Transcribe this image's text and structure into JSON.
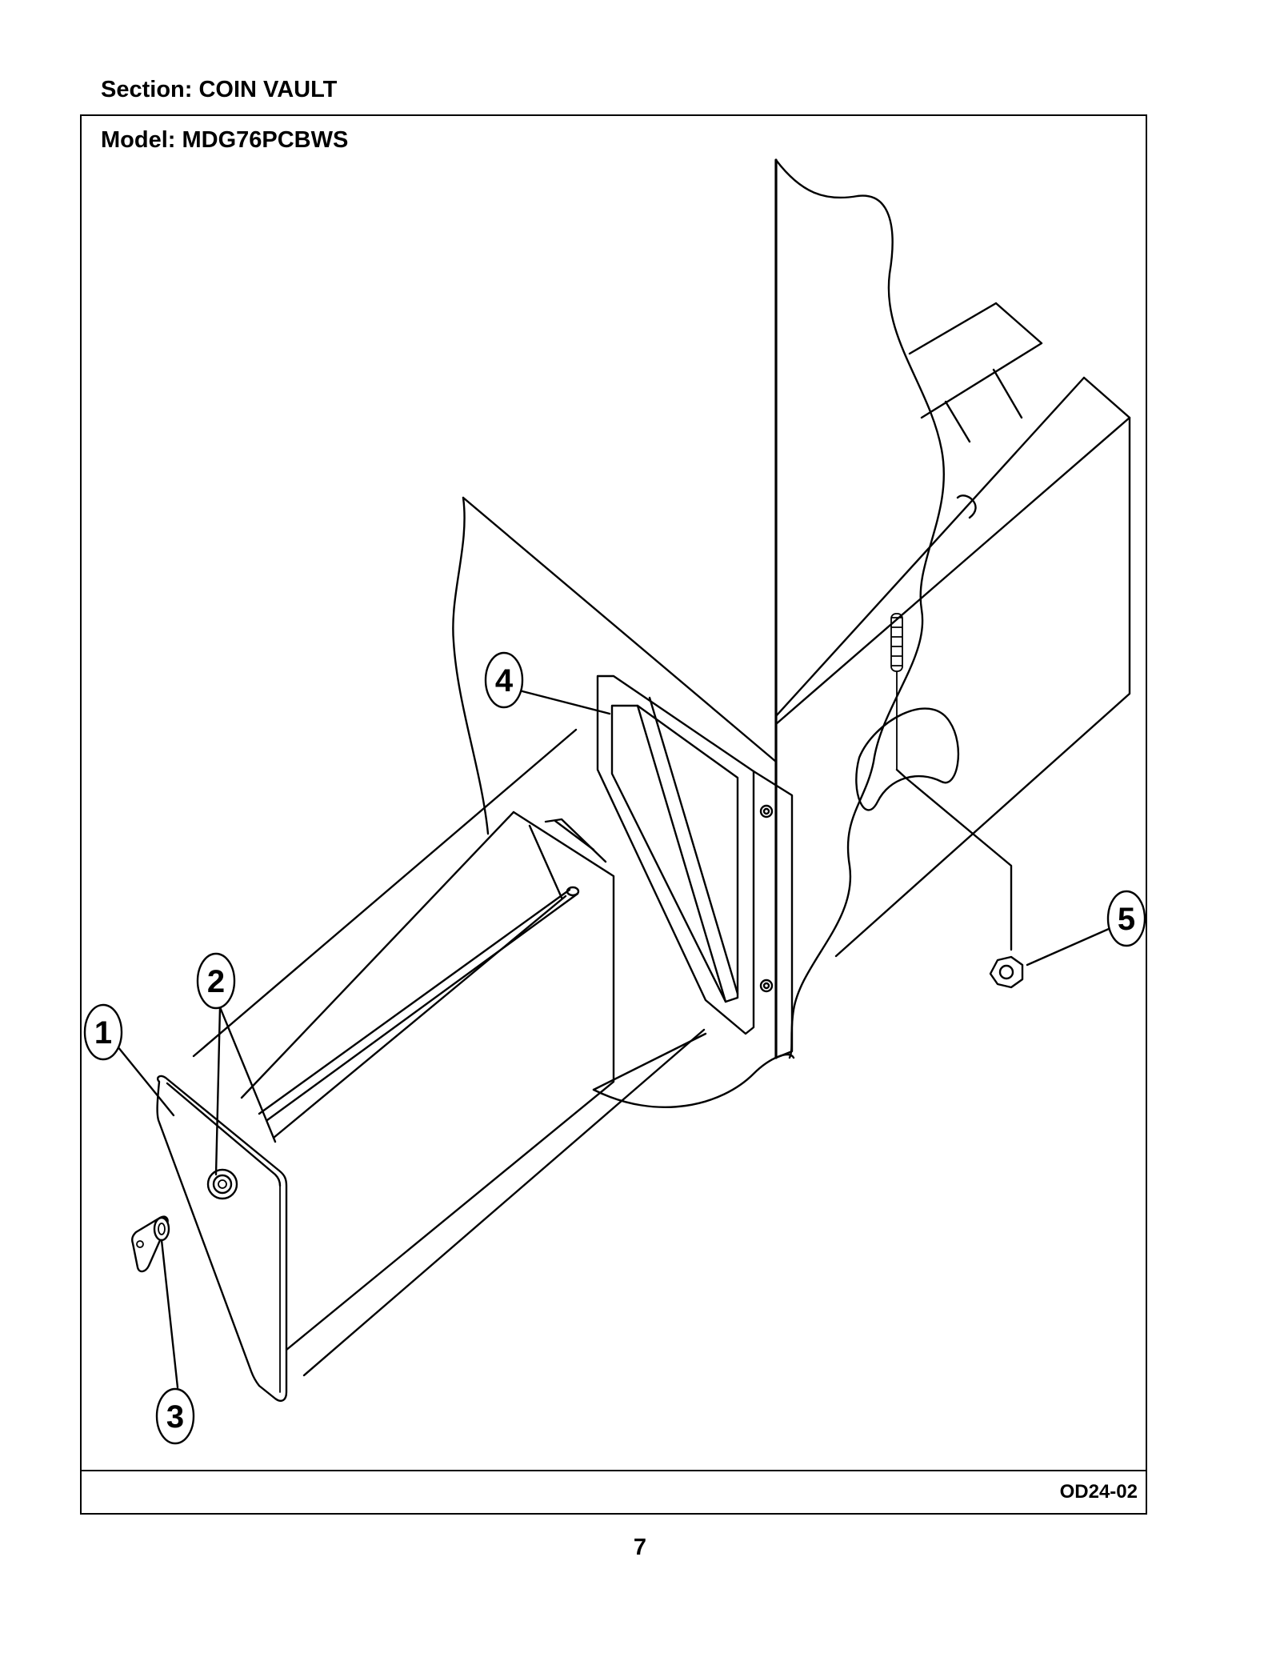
{
  "header": {
    "section": "Section:  COIN VAULT"
  },
  "frame": {
    "model": "Model:  MDG76PCBWS"
  },
  "footer": {
    "drawing_number": "OD24-02"
  },
  "page": {
    "number": "7"
  },
  "callouts": [
    "1",
    "2",
    "3",
    "4",
    "5"
  ]
}
